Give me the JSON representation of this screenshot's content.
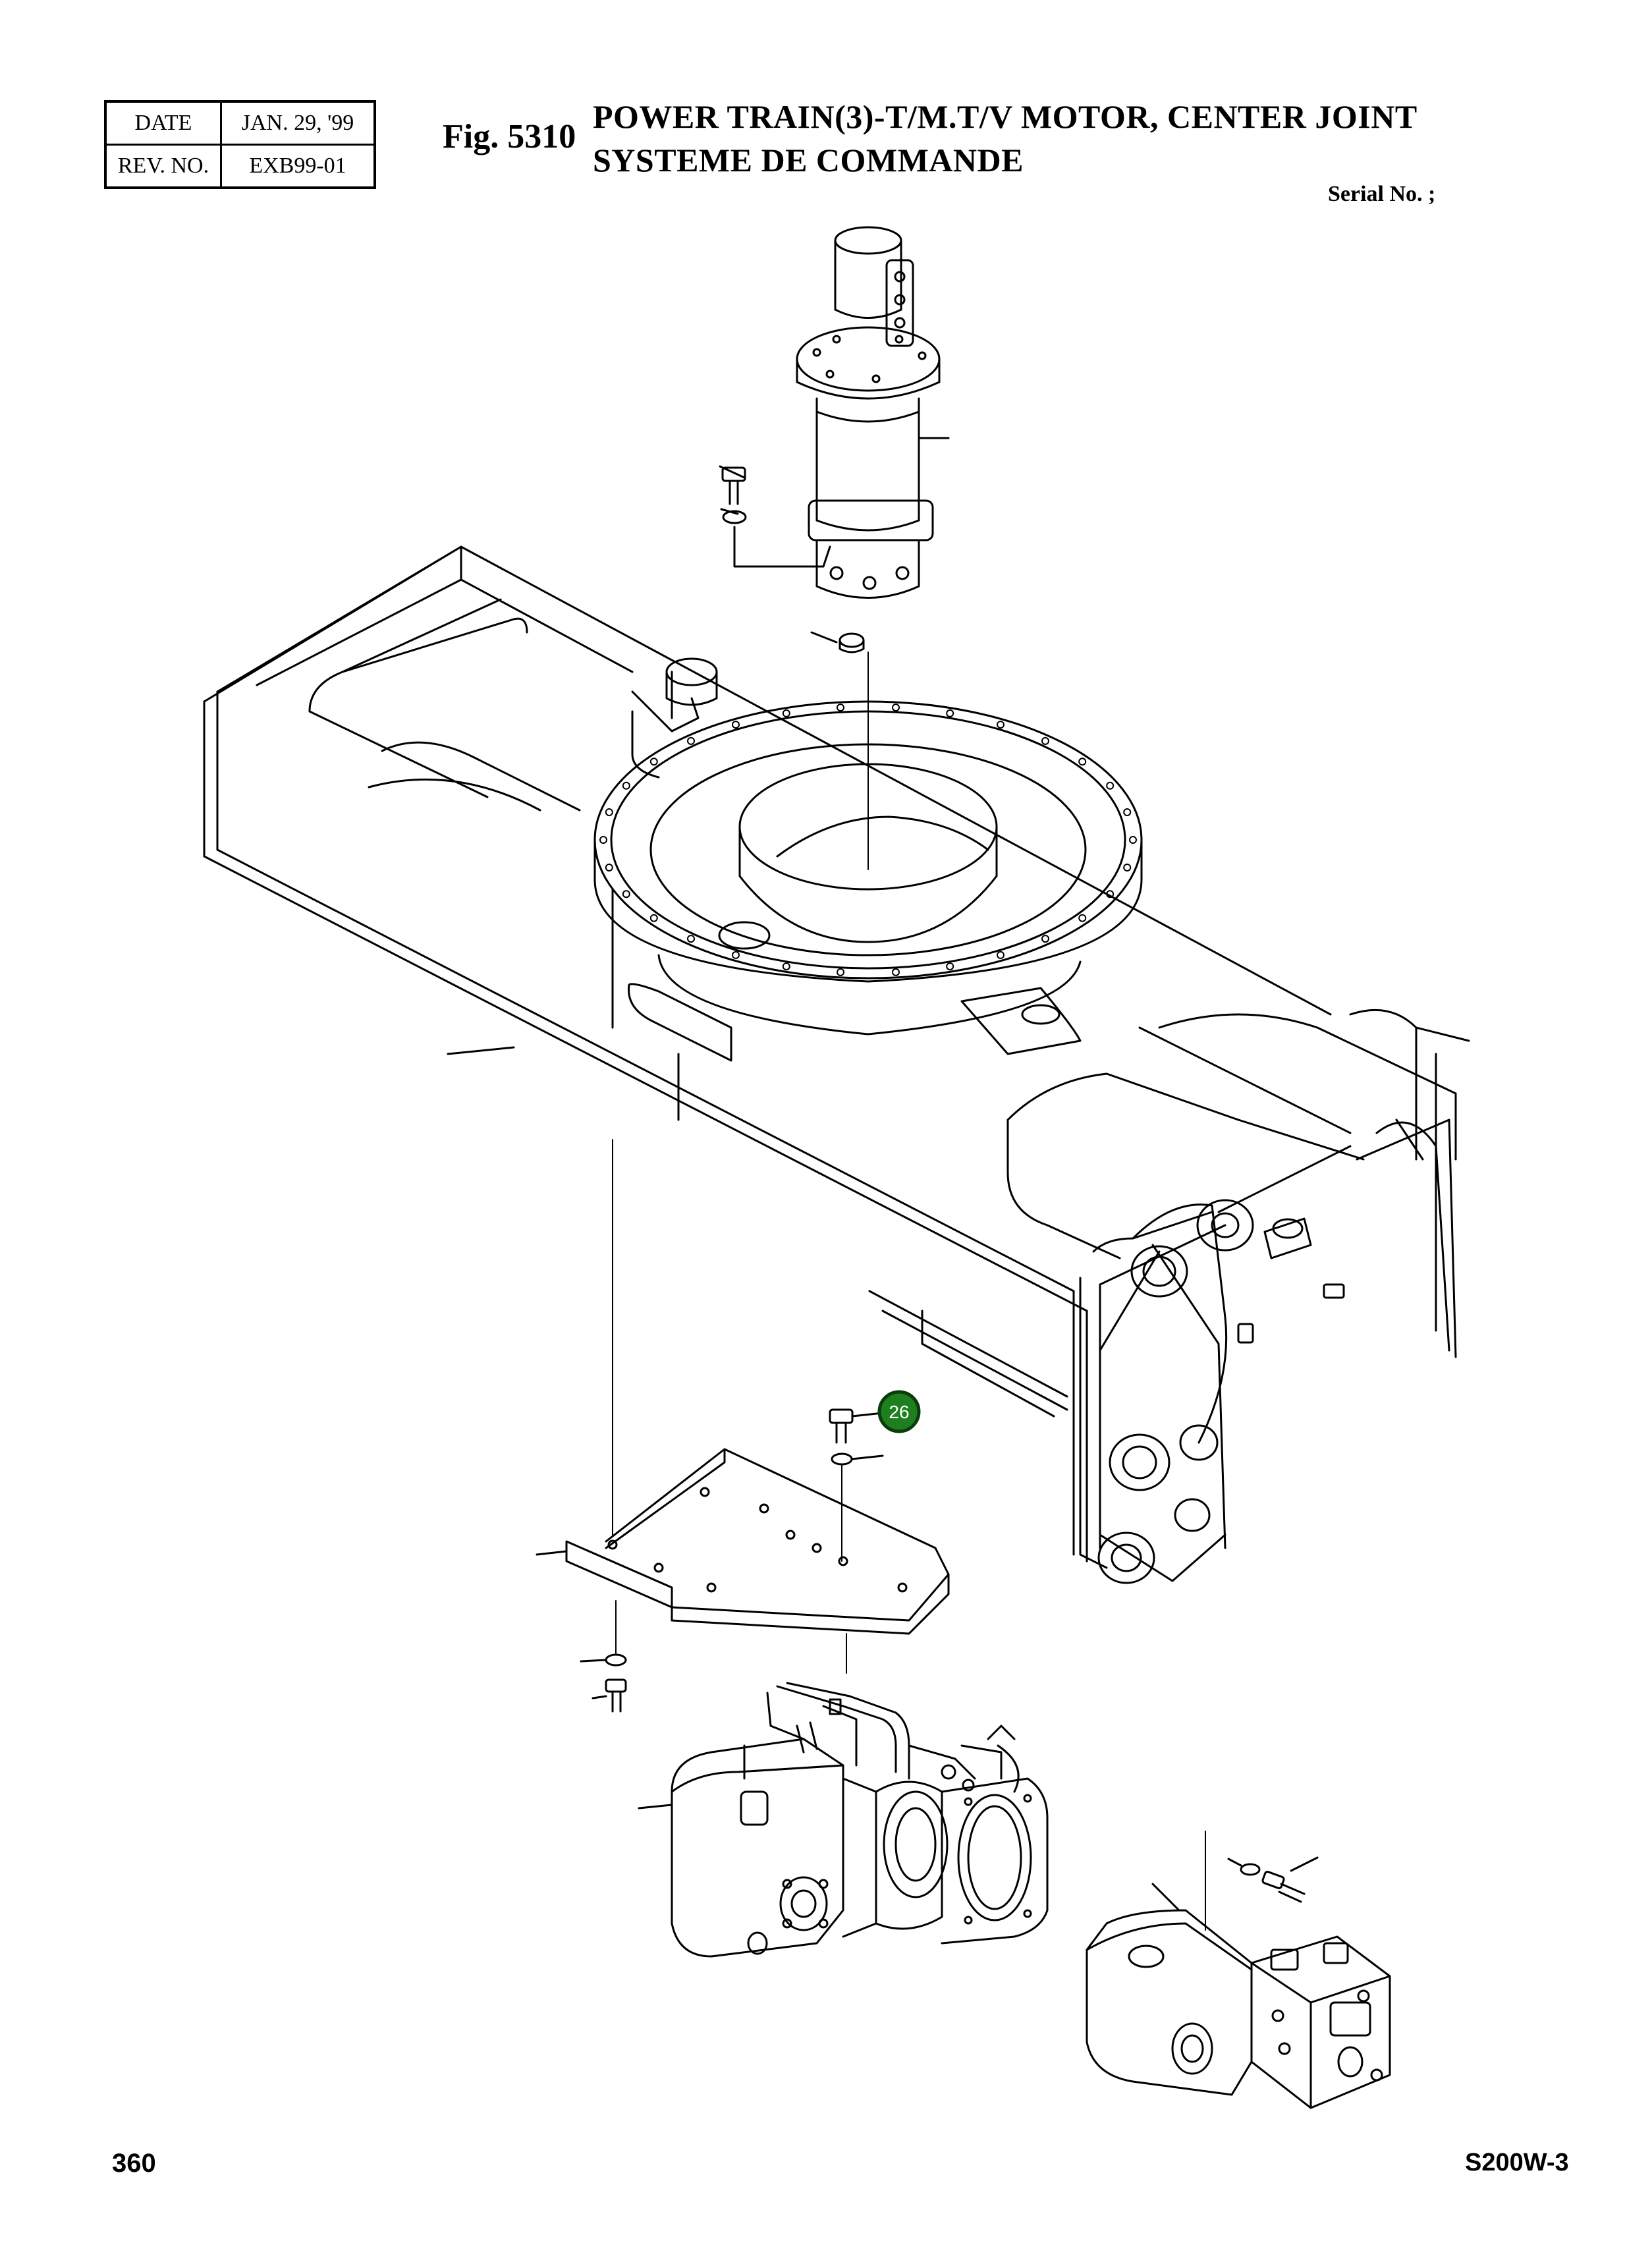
{
  "header": {
    "date_label": "DATE",
    "date_value": "JAN. 29, '99",
    "rev_label": "REV. NO.",
    "rev_value": "EXB99-01",
    "fig_number": "Fig. 5310",
    "title_line1": "POWER TRAIN(3)-T/M.T/V MOTOR, CENTER JOINT",
    "title_line2": "SYSTEME DE COMMANDE",
    "serial": "Serial No. ;"
  },
  "callouts": [
    {
      "number": "26"
    }
  ],
  "footer": {
    "page_number": "360",
    "model": "S200W-3"
  },
  "colors": {
    "callout_fill": "#1e7f1e",
    "line": "#000000"
  }
}
